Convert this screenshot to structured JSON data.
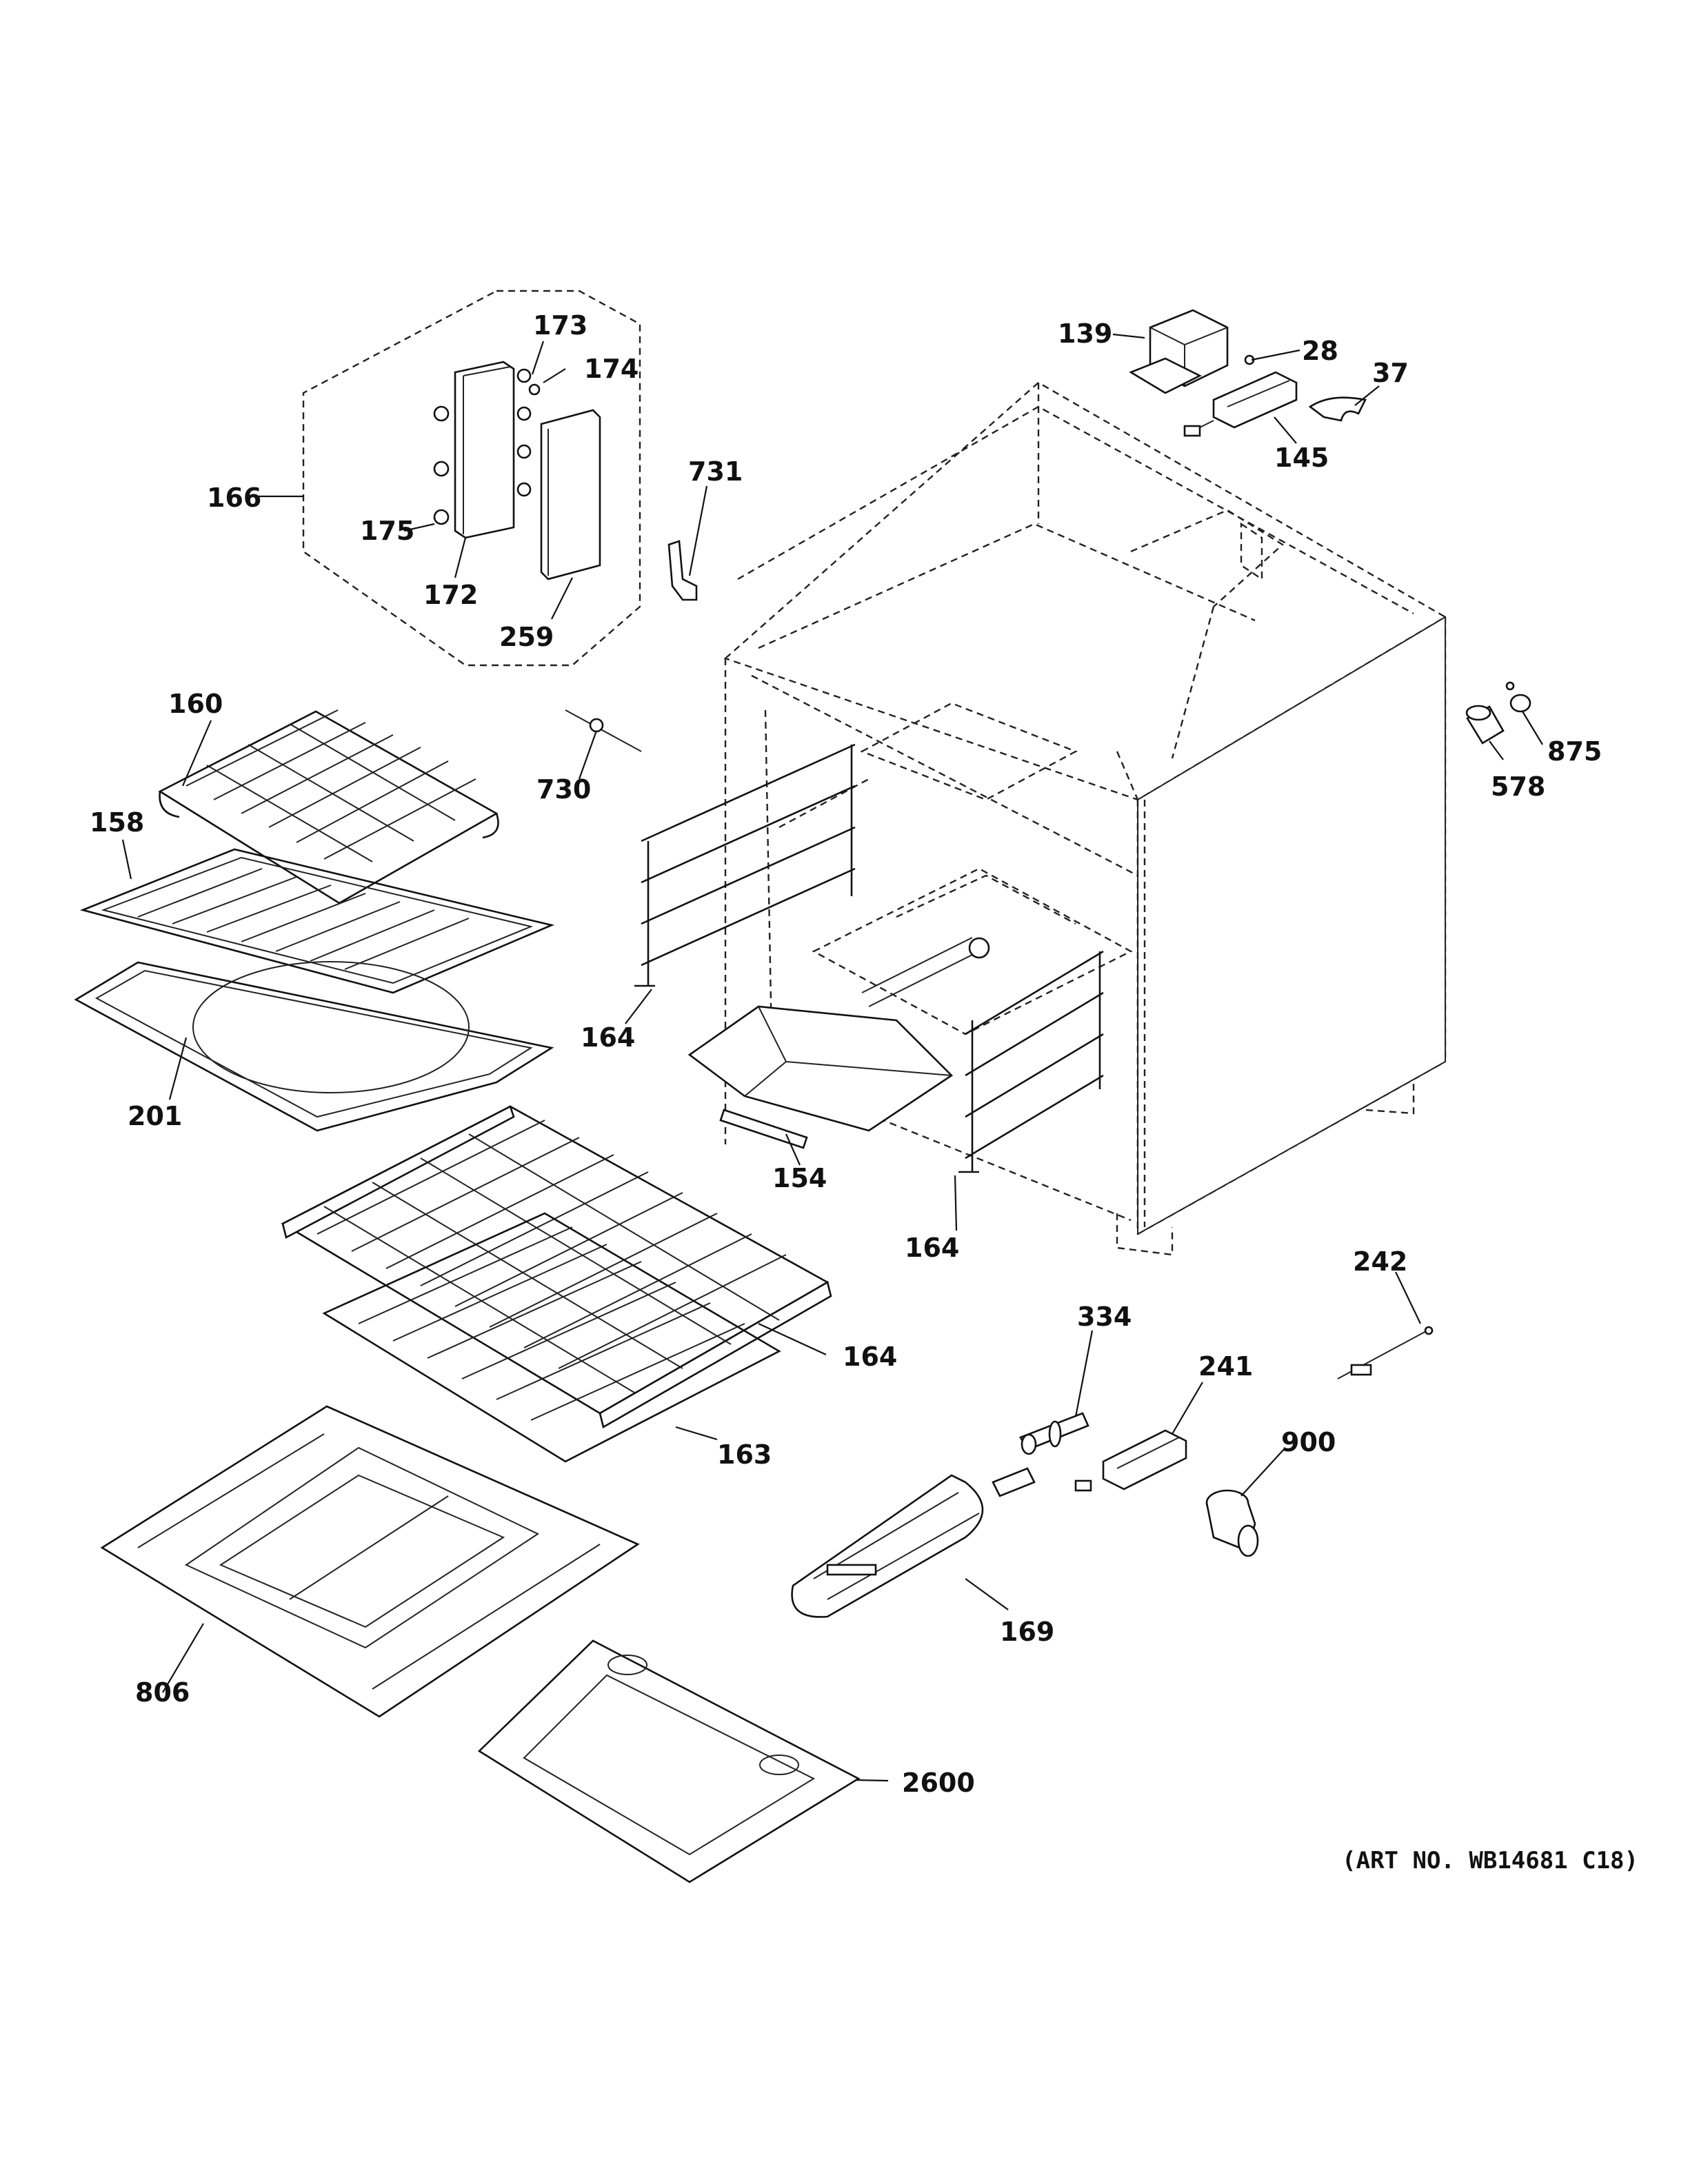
{
  "callouts": {
    "c173": "173",
    "c174": "174",
    "c166": "166",
    "c175": "175",
    "c172": "172",
    "c259": "259",
    "c731": "731",
    "c139": "139",
    "c28": "28",
    "c37": "37",
    "c145": "145",
    "c160": "160",
    "c158": "158",
    "c201": "201",
    "c730": "730",
    "c164a": "164",
    "c154": "154",
    "c164b": "164",
    "c875": "875",
    "c578": "578",
    "c164c": "164",
    "c163": "163",
    "c806": "806",
    "c2600": "2600",
    "c334": "334",
    "c241": "241",
    "c242": "242",
    "c900": "900",
    "c169": "169"
  },
  "art_number": "(ART NO. WB14681 C18)"
}
